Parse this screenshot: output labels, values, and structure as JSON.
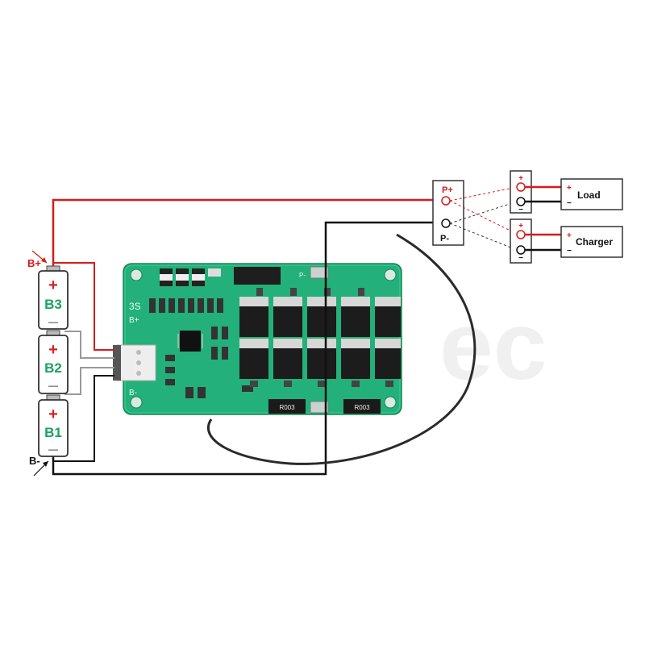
{
  "watermark": "ec",
  "battery": {
    "positive_terminal": "B+",
    "negative_terminal": "B-",
    "cells": [
      {
        "name": "B3",
        "plus": "+",
        "minus": "—"
      },
      {
        "name": "B2",
        "plus": "+",
        "minus": "—"
      },
      {
        "name": "B1",
        "plus": "+",
        "minus": "—"
      }
    ]
  },
  "pack_terminals": {
    "positive": "P+",
    "negative": "P-"
  },
  "outputs": {
    "load": {
      "label": "Load",
      "plus": "+",
      "minus": "−"
    },
    "charger": {
      "label": "Charger",
      "plus": "+",
      "minus": "−"
    }
  },
  "board": {
    "silk_3s": "3S",
    "silk_bplus": "B+",
    "silk_bminus": "B-",
    "silk_p": "P-",
    "resistor_labels": [
      "R003",
      "R003"
    ]
  },
  "colors": {
    "wire_positive": "#d71b1b",
    "wire_negative": "#111111",
    "wire_balance": "#8a8a8a",
    "pcb": "#23b07a",
    "cell_green": "#1aa35f",
    "cell_red": "#d9221c"
  }
}
